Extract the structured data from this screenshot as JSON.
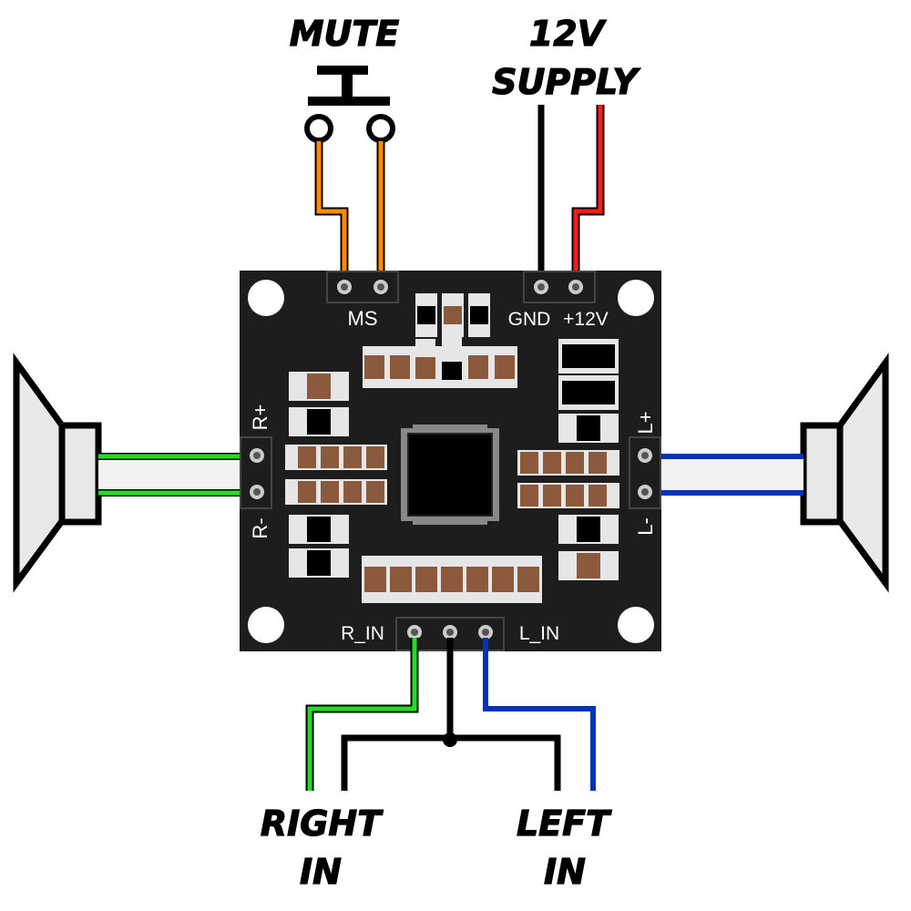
{
  "labels": {
    "mute": "MUTE",
    "supply_line1": "12V",
    "supply_line2": "SUPPLY",
    "right_in_line1": "RIGHT",
    "right_in_line2": "IN",
    "left_in_line1": "LEFT",
    "left_in_line2": "IN"
  },
  "board_labels": {
    "ms": "MS",
    "gnd": "GND",
    "plus12v": "+12V",
    "r_plus": "R+",
    "r_minus": "R-",
    "l_plus": "L+",
    "l_minus": "L-",
    "r_in": "R_IN",
    "l_in": "L_IN"
  },
  "colors": {
    "pcb": "#1d1d1d",
    "mute_wire": "#ff8c00",
    "supply_gnd_wire": "#000000",
    "supply_pos_wire": "#ff1a1a",
    "right_wire": "#22dd22",
    "left_wire": "#0033bb",
    "ground_wire": "#000000",
    "resistor": "#8b5a3c",
    "pad": "#e6e6e6",
    "speaker_fill": "#e8e8e8"
  }
}
